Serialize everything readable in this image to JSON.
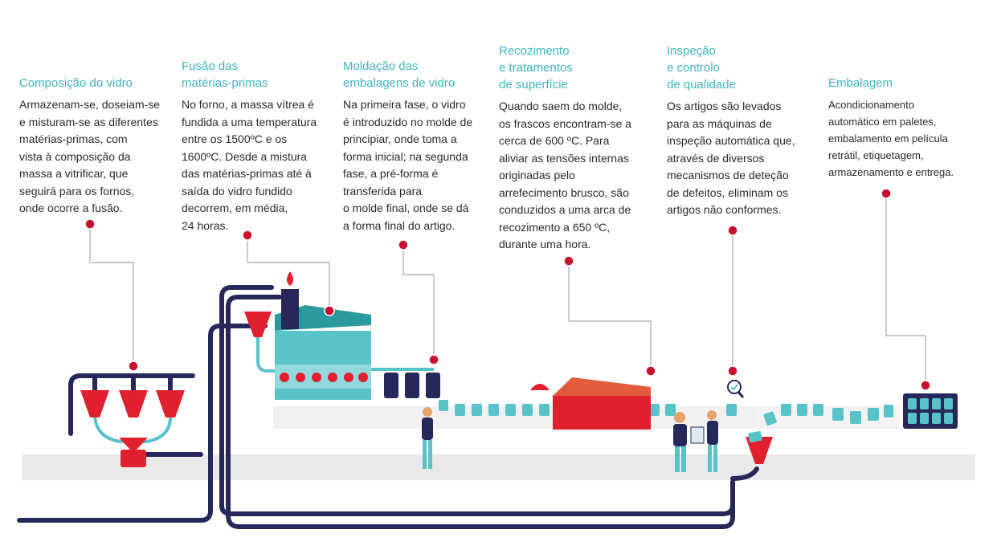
{
  "steps": [
    {
      "title": "Composição do vidro",
      "description": "Armazenam-se, doseiam-se\ne misturam-se as diferentes\nmatérias-primas, com\nvista à composição da\nmassa a vitrificar, que\nseguirá para os fornos,\nonde ocorre a fusão."
    },
    {
      "title": "Fusão das\nmatérias-primas",
      "description": "No forno, a massa vítrea é\nfundida a uma temperatura\nentre os 1500ºC e os\n1600ºC. Desde a mistura\ndas matérias-primas até à\nsaída do vidro fundido\ndecorrem, em média,\n24 horas."
    },
    {
      "title": "Moldação das\nembalagens de vidro",
      "description": "Na primeira fase, o vidro\né introduzido no molde de\nprincipiar, onde toma a\nforma inicial; na segunda\nfase, a pré-forma é\ntransferida para\no molde final, onde se dá\na forma final do artigo."
    },
    {
      "title": "Recozimento\ne tratamentos\nde superfície",
      "description": "Quando saem do molde,\nos frascos encontram-se a\ncerca de 600 ºC. Para\naliviar as tensões internas\noriginadas pelo\narrefecimento brusco, são\nconduzidos a uma arca de\nrecozimento a 650 ºC,\ndurante uma hora."
    },
    {
      "title": "Inspeção\ne controlo\nde qualidade",
      "description": "Os artigos são levados\npara as máquinas de\ninspeção automática que,\natravés de diversos\nmecanismos de deteção\nde defeitos, eliminam os\nartigos não conformes."
    },
    {
      "title": "Embalagem",
      "description": "Acondicionamento\nautomático em paletes,\nembalamento em película\nretrátil, etiquetagem,\narmazenamento e entrega."
    }
  ],
  "colors": {
    "title": "#3fb3c0",
    "text": "#2a2a2a",
    "marker": "#c8102e",
    "connector": "#a8a8a8",
    "red": "#e1202f",
    "teal": "#58c3c9",
    "tealDark": "#2b9a9e",
    "navy": "#26285a",
    "floor": "#e9e9e9",
    "conveyor": "#f1f1f1"
  }
}
